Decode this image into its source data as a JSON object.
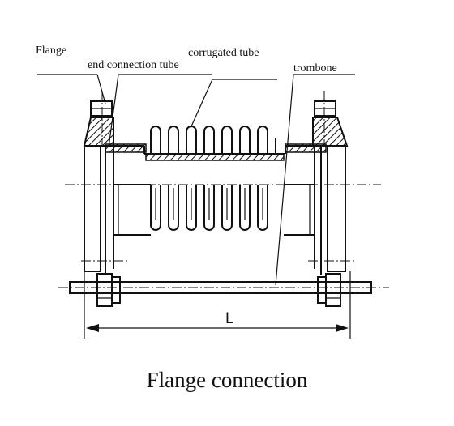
{
  "labels": {
    "flange": "Flange",
    "end_connection_tube": "end connection tube",
    "corrugated_tube": "corrugated tube",
    "trombone": "trombone",
    "length": "L"
  },
  "caption": "Flange connection",
  "colors": {
    "ink": "#111111",
    "paper": "#ffffff"
  }
}
